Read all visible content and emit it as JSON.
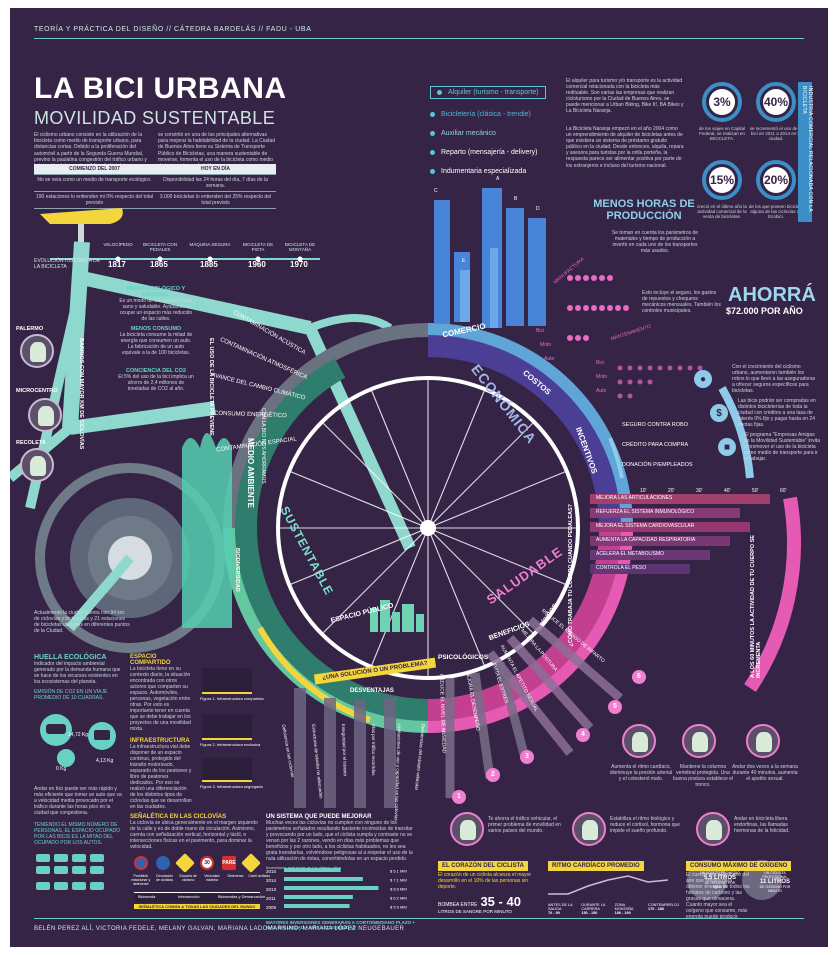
{
  "header": {
    "course": "TEORÍA Y PRÁCTICA DEL DISEÑO // CÁTEDRA BARDELÁS // FADU - UBA"
  },
  "title": {
    "main": "LA BICI URBANA",
    "sub": "MOVILIDAD SUSTENTABLE"
  },
  "intro_left": "El ciclismo urbano consiste en la utilización de la bicicleta como medio de transporte urbano, para distancias cortas. Debido a la proliferación del automóvil a partir de la Segunda Guerra Mundial, previno la paulatina congestión del tráfico urbano y la invasión del espacio público, la bicicleta",
  "intro_right": "se convirtió en una de las principales alternativas para mejorar la habitabilidad de la ciudad. La Ciudad de Buenos Aires tiene su Sistema de Transporte Público de Bicicletas, una manera sustentable de moverse, fomenta el uso de la bicicleta como medio de transporte y saludable.",
  "fig_table": {
    "head": [
      "COMIENZO DEL 2007",
      "HOY EN DÍA"
    ],
    "rows": [
      [
        "No se veía como un medio de transporte ecológico.",
        "Disponibilidad las 24 horas del día, 7 días de la semana."
      ],
      [
        "190 estaciones lo entienden mi 0% respecto del total previsto",
        "3.000 bicicletas lo entienden del 25% respecto del total previsto"
      ]
    ]
  },
  "timeline": {
    "caption": "EVOLUCIÓN HISTÓRICA DE LA BICICLETA",
    "items": [
      {
        "label": "VELOCÍPEDO",
        "year": "1817"
      },
      {
        "label": "BICICLETA CON PEDALES",
        "year": "1865"
      },
      {
        "label": "MÁQUINA SEGURA",
        "year": "1885"
      },
      {
        "label": "BICICLETA DE PISTA",
        "year": "1960"
      },
      {
        "label": "BICICLETA DE MONTAÑA",
        "year": "1970"
      }
    ]
  },
  "env_notes": [
    {
      "title": "MEDIO ECOLÓGICO Y NATURAL",
      "text": "Es un modo de transporte limpio, sano y saludable. Ayudando a ocupar un espacio más reducido de las calles."
    },
    {
      "title": "MENOS CONSUMO",
      "text": "La bicicleta consume la mitad de energía que consumen un auto. La fabricación de un auto equivale a la de 100 bicicletas."
    },
    {
      "title": "CONCIENCIA DEL CO2",
      "text": "El 5% del uso de la bici implica un ahorro de 2,4 millones de toneladas de CO2 al año."
    }
  ],
  "lanes": {
    "band_label": "BARRIOS CON MAYOR KM DE CICLOVÍAS",
    "places": [
      "PALERMO",
      "MICROCENTRO",
      "RECOLETA"
    ]
  },
  "env_ring": {
    "spokes": [
      "CONTAMINACIÓN ACÚSTICA",
      "CONTAMINACIÓN ATMOSFÉRICA",
      "AVANCE DEL CAMBIO CLIMÁTICO",
      "CONSUMO ENERGÉTICO",
      "CONTAMINACIÓN ESPACIAL"
    ],
    "outer": "EL USO DE LA BICICLETA PREVIENE",
    "sub": "CON LA BICI NOS AHORRAMOS",
    "medio": "MEDIO AMBIENTE",
    "bio": "BIODIVERSIDAD",
    "espacio": "ESPACIO PÚBLICO",
    "sustentable": "SUSTENTABLE"
  },
  "city_note": "Actualmente la ciudad cuenta con 94 km. de ciclovías y bicisendas y 21 estaciones de bicicletas ubicadas en diferentes puntos de la Ciudad.",
  "eco_list": {
    "items": [
      "Alquiler (turismo - transporte)",
      "Bicicletería (clásica - trendie)",
      "Auxiliar mecánico",
      "Reparto (mensajería - delivery)",
      "Indumentaria especializada"
    ],
    "text1": "El alquiler para turismo y/o transporte es la actividad comercial relacionada con la bicicleta más redituable. Son varias las empresas que realizan cicloturismo por la Ciudad de Buenos Aires, se puede mencionar a Urban Biking, Bike It!, BA Bikes y La Bicicleta Naranja.",
    "text2": "La Bicicleta Naranja empezó en el año 2004 como un emprendimiento de alquiler de bicicletas antes de que existiera un sistema de préstamo gratuito público en la ciudad. Desde entonces, alquila, repara y asesora para turistas por la orilla porteña, la respuesta parece ser alimentar positiva por parte de los extranjeros e incluso del turismo nacional."
  },
  "percents": [
    {
      "value": "3%",
      "caption": "de los viajes en Capital Federal, se realizan en BICICLETA."
    },
    {
      "value": "40%",
      "caption": "se incrementó el uso de la bici en 2011 a 2014 en la ciudad."
    },
    {
      "value": "15%",
      "caption": "creció en el último año la actividad comercial de la venta de bicicletas."
    },
    {
      "value": "20%",
      "caption": "de los que poseen bicicleta alguna de las ciclovías de Ecobici."
    }
  ],
  "vert_band": "INDUSTRIA COMERCIAL RELACIONADA CON LA BICICLETA",
  "economica": {
    "ring": [
      "COMERCIO",
      "COSTOS",
      "INCENTIVOS"
    ],
    "label": "ECONÓMICA",
    "bar_letters": [
      "C",
      "A",
      "B",
      "E",
      "D"
    ],
    "menos_horas": "MENOS HORAS DE PRODUCCIÓN",
    "menos_text": "Se toman en cuenta los parámetros de materiales y tiempo de producción a invertir en cada uno de los transportes más usados.",
    "manufactura": "MANUFACTURA",
    "mantenimiento": "MANTENIMIENTO",
    "vehiculos": [
      "Bici",
      "Moto",
      "Auto"
    ],
    "ahorra": "AHORRÁ",
    "ahorra_val": "$72.000 POR AÑO",
    "ahorra_text": "Esto incluye el seguro, los gastos de repuestos y chequeos mecánicos mensuales. También los controles municipales.",
    "incentivos": [
      "SEGURO CONTRA ROBO",
      "CRÉDITO PARA COMPRA",
      "DONACIÓN P/EMPLEADOS"
    ],
    "inc_texts": [
      "Con el crecimiento del ciclismo urbano, aumentaron también los robos lo que llevó a las aseguradoras a ofrecer seguros específicos para bicicletas.",
      "Las bicis podrán ser compradas en distintos bicicleterías de toda la ciudad con créditos a una tasa de interés 0% fijo y pagar hasta en 24 cuotas fijas.",
      "El programa \"Empresas Amigas de la Movilidad Sustentable\" invita a promover el uso de la bicicleta como medio de transporte para ir a trabajar."
    ]
  },
  "saludable": {
    "label": "SALUDABLE",
    "question": "¿CÓMO TRABAJA TU CUERPO CUANDO PEDALEAS?",
    "ticks": [
      "10'",
      "20'",
      "30'",
      "40'",
      "50'",
      "60'"
    ],
    "bars": [
      "MEJORA LAS ARTICULACIONES",
      "REFUERZA EL SISTEMA INMUNOLÓGICO",
      "MEJORA EL SISTEMA CARDIOVASCULAR",
      "AUMENTA LA CAPACIDAD RESPIRATORIA",
      "ACELERA EL METABOLISMO",
      "CONTROLA EL PESO"
    ],
    "fisicos": [
      "REDUCE EL RIESGO DE INFARTO",
      "MEJORA LA POSTURA",
      "AUMENTA EL APETITO SEXUAL"
    ],
    "psico": [
      "REDUCE EL NIVEL DE ANSIEDAD",
      "MEJORA EL DESEMPEÑO",
      "EVITA EL ESTRÉS"
    ],
    "benef": [
      "BENEFICIOS",
      "PSICOLÓGICOS",
      "FÍSICOS"
    ],
    "vert_pink": "A LOS 60 MINUTOS LA ACTIVIDAD DE TU CUERPO SE INCREMENTA",
    "nums": [
      "1",
      "2",
      "3",
      "4",
      "5",
      "6"
    ],
    "captions": [
      "Aumenta el ritmo cardíaco, disminuye la presión arterial y el colesterol malo.",
      "Mantiene la columna vertebral protegida. Una buena postura establece el tronco.",
      "Andar dos veces a la semana durante 40 minutos, aumenta el apetito sexual.",
      "Te ahorra el tráfico vehicular, el primer problema de movilidad en varios países del mundo.",
      "Estabiliza el ritmo biológico y reduce el cortisol, hormona que impide el sueño profundo.",
      "Andar en bicicleta libera endorfinas, las llamadas hormonas de la felicidad."
    ]
  },
  "huella": {
    "title": "HUELLA ECOLÓGICA",
    "text": "Indicador del impacto ambiental generado por la demanda humana que se hace de los recursos existentes en los ecosistemas del planeta.",
    "emision": "EMISIÓN DE CO2 EN UN VIAJE PROMEDIO DE 10 CUADRAS.",
    "vals": [
      "14,72 Kg",
      "4,13 Kg",
      "0 Kg"
    ],
    "viaje": "Andar en bici puede ser más rápido y más eficiente que tomar un auto que va a velocidad media provocado por el tráfico durante las horas pico en la ciudad que congestiona.",
    "gente": "TENIENDO EL MISMO NÚMERO DE PERSONAS, EL ESPACIO OCUPADO POR LAS BICIS ES LA MITAD DEL OCUPADO POR LOS AUTOS."
  },
  "espacio": {
    "title": "ESPACIO COMPARTIDO",
    "text": "La bicicleta tiene en su contexto diario, la situación encontrada con otros actores que comparten su espacio. Automóviles, personas, vegetación entre otras. Por esto es importante tener en cuenta que se debe trabajar en los proyectos de una movilidad mixta.",
    "infra_title": "INFRAESTRUCTURA",
    "infra_text": "La infraestructura vial debe disponer de un espacio continuo, protegido del tránsito motorizado, separado de los peatones y libre de peatones dedicados. Por eso se realizó una diferenciación de los distintos tipos de ciclovías que se desarrollan en las ciudades.",
    "figs": [
      "Figura 1. Infraestructura compartida",
      "Figura 2. Infraestructura exclusiva",
      "Figura 3. Infraestructura segregada"
    ]
  },
  "solucion": {
    "ribbon": "¿UNA SOLUCIÓN O UN PROBLEMA?",
    "desventajas": "DESVENTAJAS",
    "items": [
      "Deficiencia en las ciclovías",
      "Estructuras de tránsito no adecuadas",
      "Inseguridad por el tránsito",
      "Vías por tráfico recorridas",
      "Limitaciones de uso y capacidad en las ciclovías",
      "Deficiencias del tránsito vehicular"
    ]
  },
  "senal": {
    "title": "SEÑALÉTICA EN LAS CICLOVÍAS",
    "text": "La ciclovía se ubica generalmente en el margen izquierdo de la calle y es de doble mano de circulación. Asimismo, cuenta con señalización vertical, horizontal y táctil, e intersecciones físicas en el pavimento, para dominar la velocidad.",
    "signs": [
      "Prohibido estacionar y detenerse",
      "Circulación de ciclistas",
      "Escuela de ciclismo",
      "Velocidad máxima",
      "Detenerse",
      "Carril ciclistas"
    ],
    "sign_texts": [
      "30",
      "PARE"
    ],
    "floor": [
      "Bicisenda",
      "Intersección",
      "Bicisendas y Demarcación"
    ],
    "footer": "SEÑALÉTICA COMÚN A TODAS LAS CIUDADES DEL MUNDO"
  },
  "sistema": {
    "title": "UN SISTEMA QUE PUEDE MEJORAR",
    "text": "Muchas veces las ciclovías no cumplen con ninguno de los parámetros señalados resultando bastante incómodas de transitar y provocando por un lado, que el ciclista cumpla y contraste no se venan por las 2 razones, vendo en días más problemas que beneficios y por otro lado, a los ciclistas habituados, no les sea grata transitarlas, volviéndose peligrosas al a respetar el uso de la nula utilización de éstas, convirtiéndolas en un espacio perdido.",
    "chart_caption": "Inversiones realizadas en los últimos años",
    "note": "MAYORES INVERSIONES GENERARÁN A CORTO/MEDIANO PLAZO + MÁS SEGURIDAD + MÁS ACCESIBILIDAD"
  },
  "chart_data": {
    "type": "bar",
    "categories": [
      "2015",
      "2014",
      "2013",
      "2011",
      "2009"
    ],
    "values": [
      5.1,
      7.1,
      8.5,
      6.2,
      5.9
    ],
    "value_labels": [
      "$ 5.1 MM",
      "$ 7.1 MM",
      "$ 8.5 MM",
      "$ 6.2 MM",
      "$ 5.9 MM"
    ],
    "title": "",
    "xlabel": "",
    "ylabel": ""
  },
  "corazon": {
    "title": "EL CORAZÓN DEL CICLISTA",
    "text": "El corazón de un ciclista alcanza el mayor desarrollo en el 10% de las personas sin deporte.",
    "bomba": "BOMBEA ENTRE",
    "range": "35 - 40",
    "unit": "LITROS DE SANGRE POR MINUTO"
  },
  "ritmo": {
    "title": "RITMO CARDÍACO PROMEDIO",
    "labels": [
      "ANTES DE LA SALIDA",
      "DURANTE LA CARRERA",
      "ZONA MONTAÑA",
      "CONTRARRELOJ"
    ],
    "values": [
      "70 - 90",
      "130 - 150",
      "180 - 190",
      "170 - 180"
    ]
  },
  "oxigeno": {
    "title": "CONSUMO MÁXIMO DE OXÍGENO",
    "text": "El cuerpo usa el oxígeno del aire que respira para obtener energía de todos los hidratos de carbono y las grasas que almacena. Cuanto mayor sea el oxígeno que consume, más energía puede producir.",
    "c1_head": "UN ADULTO PROMEDIO",
    "c1_val": "5,5 LITROS",
    "c1_unit": "DE OXÍGENO POR MINUTO",
    "c2_head": "UN CICLISTA PROFESIONAL",
    "c2_val": "11 LITROS",
    "c2_unit": "DE OXÍGENO POR MINUTO"
  },
  "footer": "BELÉN PEREZ ALÍ, VICTORIA FEDELE, MELANY GALVAN, MARIANA LADOMARSINO, MARIANA LÓPEZ NEUGEBAUER"
}
